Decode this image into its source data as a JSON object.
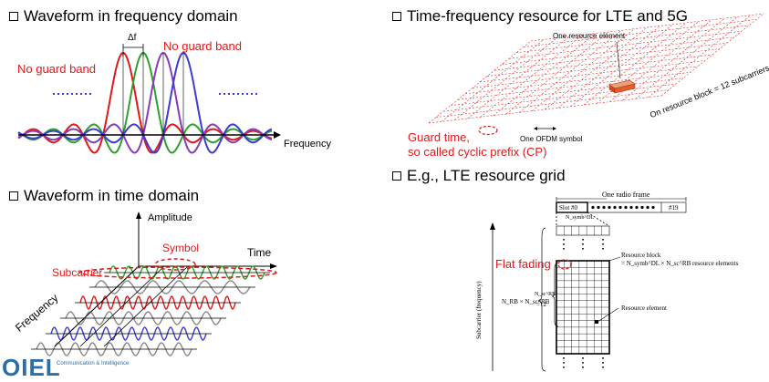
{
  "sections": {
    "freq": {
      "heading": "Waveform in frequency domain",
      "delta_f": "Δf",
      "no_guard_left": "No guard band",
      "no_guard_right": "No guard band",
      "x_label": "Frequency"
    },
    "time": {
      "heading": "Waveform in time domain",
      "amplitude": "Amplitude",
      "symbol": "Symbol",
      "time": "Time",
      "subcarrier": "Subcarrier",
      "frequency": "Frequency"
    },
    "tf": {
      "heading": "Time-frequency resource for LTE and 5G",
      "one_re": "One resource element",
      "resource_block": "On resource block = 12 subcarriers",
      "guard_time": "Guard time,",
      "cyclic_prefix": "so called cyclic prefix (CP)",
      "ofdm_symbol": "One OFDM symbol"
    },
    "grid": {
      "heading": "E.g., LTE resource grid",
      "radio_frame": "One radio frame",
      "slot0": "Slot #0",
      "slot19": "#19",
      "n_symb": "N_symb^DL",
      "flat_fading": "Flat fading",
      "rb_label_1": "Resource block",
      "rb_label_2": "= N_symb^DL × N_sc^RB resource elements",
      "re_label": "Resource element",
      "y_axis": "Subcarrier (frequency)",
      "n_rb": "N_RB × N_sc^RB",
      "n_sc_1": "N_sc^RB",
      "n_sc_2": "=12"
    }
  },
  "logo": {
    "text": "OIEL",
    "sub": "Communication & Intelligence"
  },
  "colors": {
    "red": "#e01818",
    "green": "#2ca02c",
    "purple": "#8a3ab9",
    "blue": "#3b3bd6",
    "orange": "#e8743b"
  }
}
